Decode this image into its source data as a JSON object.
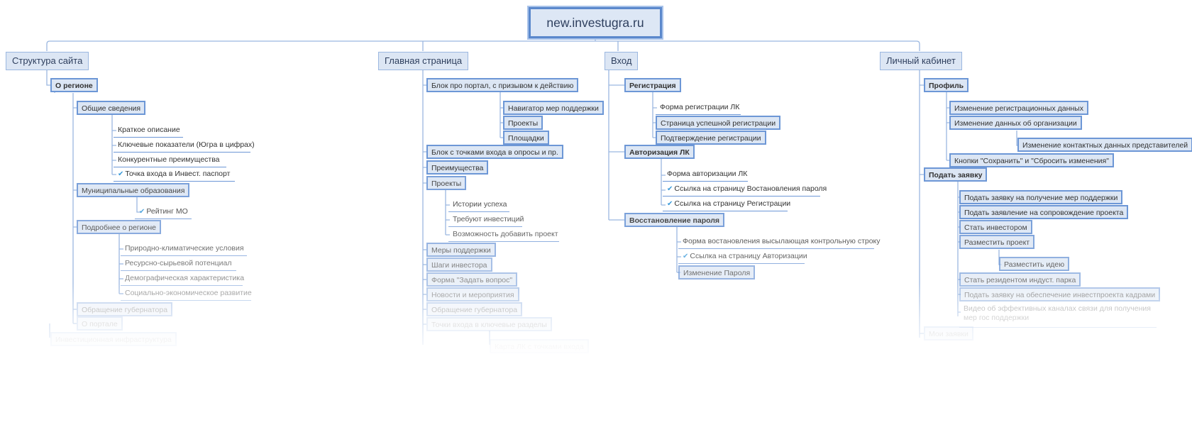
{
  "root": "new.investugra.ru",
  "branches": {
    "structure": {
      "title": "Структура сайта",
      "region": "О регионе",
      "general": "Общие сведения",
      "brief": "Краткое описание",
      "key": "Ключевые показатели (Югра в цифрах)",
      "competitive": "Конкурентные преимущества",
      "passport": "Точка входа в Инвест. паспорт",
      "municipal": "Муниципальные образования",
      "rating": "Рейтинг МО",
      "more": "Подробнее о регионе",
      "climate": "Природно-климатические условия",
      "resources": "Ресурсно-сырьевой потенциал",
      "demography": "Демографическая характеристика",
      "social": "Социально-экономическое развитие",
      "governor": "Обращение губернатора",
      "about": "О портале",
      "infra": "Инвестиционная инфраструктура"
    },
    "main": {
      "title": "Главная страница",
      "portal_block": "Блок про портал, с призывом к действию",
      "navigator": "Навигатор мер поддержки",
      "projects_sub": "Проекты",
      "sites": "Площадки",
      "polls_block": "Блок с точками входа в опросы и пр.",
      "advantages": "Преимущества",
      "projects": "Проекты",
      "success": "Истории успеха",
      "need_invest": "Требуют инвестиций",
      "add_project": "Возможность добавить проект",
      "support": "Меры поддержки",
      "steps": "Шаги инвестора",
      "ask_form": "Форма \"Задать вопрос\"",
      "news": "Новости и мероприятия",
      "governor": "Обращение губернатора",
      "entry_points": "Точки входа в ключевые разделы",
      "map_partial": "Карта ЛК с точками входа"
    },
    "login": {
      "title": "Вход",
      "registration": "Регистрация",
      "reg_form": "Форма регистрации ЛК",
      "reg_success": "Страница успешной регистрации",
      "reg_confirm": "Подтверждение регистрации",
      "auth": "Авторизация ЛК",
      "auth_form": "Форма авторизации ЛК",
      "link_restore": "Ссылка на страницу Востановления пароля",
      "link_register": "Ссылка на страницу Регистрации",
      "restore": "Восстановление пароля",
      "restore_form": "Форма востановления высылающая контрольную строку",
      "link_auth": "Ссылка на страницу Авторизации",
      "change_pass": "Изменение Пароля"
    },
    "cabinet": {
      "title": "Личный кабинет",
      "profile": "Профиль",
      "change_reg": "Изменение регистрационных данных",
      "change_org": "Изменение данных об организации",
      "change_contact": "Изменение контактных данных представителей",
      "buttons": "Кнопки \"Сохранить\" и \"Сбросить изменения\"",
      "apply": "Подать заявку",
      "apply_support": "Подать заявку на получение мер поддержки",
      "apply_escort": "Подать заявление на сопровождение проекта",
      "become_investor": "Стать инвестором",
      "place_project": "Разместить проект",
      "place_idea": "Разместить идею",
      "become_resident": "Стать резидентом индуст. парка",
      "apply_staff": "Подать заявку на обеспечение инвестпроекта кадрами",
      "video": "Видео об эффективных каналах связи для получения мер гос поддержки",
      "my_apps": "Мои заявки"
    }
  }
}
